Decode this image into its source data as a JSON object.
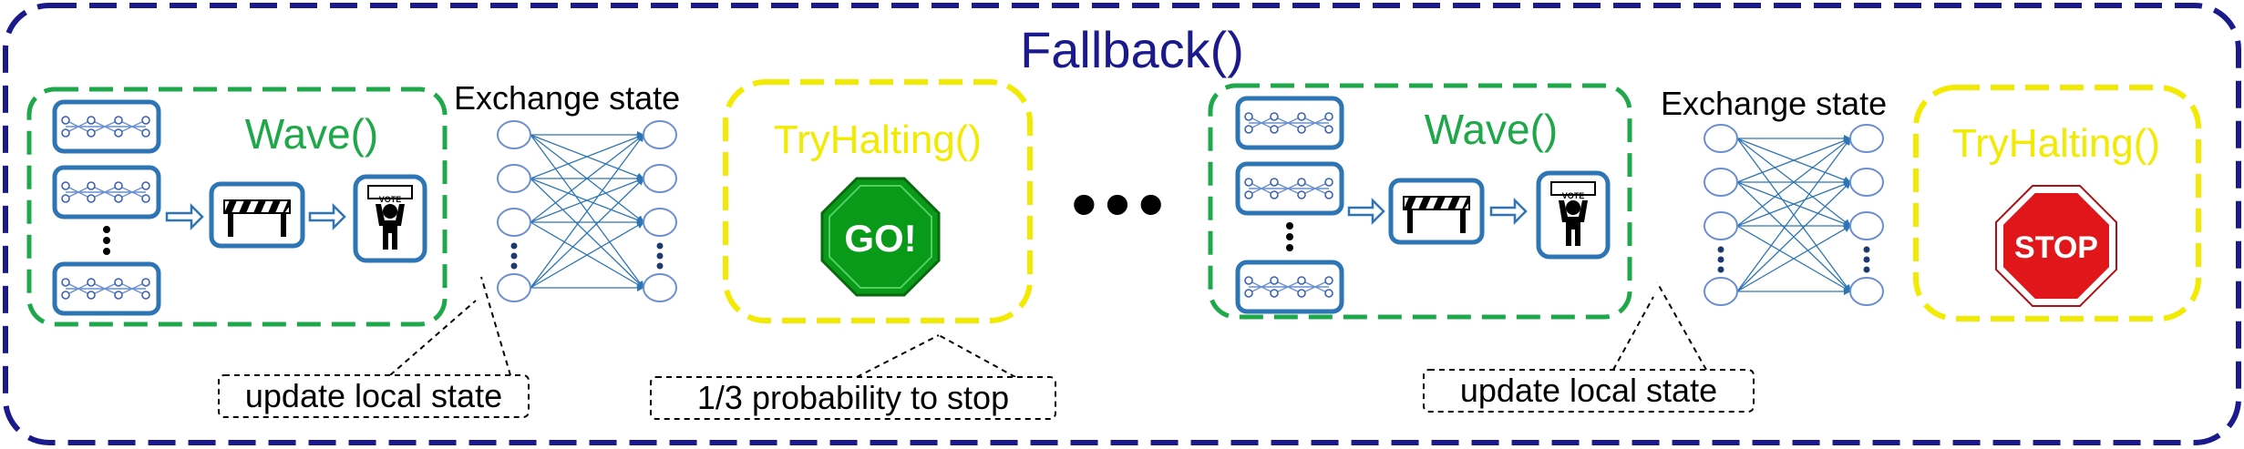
{
  "title": "Fallback()",
  "left_block": {
    "wave_label": "Wave()",
    "exchange_label": "Exchange state",
    "tryhalting_label": "TryHalting()",
    "sign_text": "GO!",
    "vote_text": "VOTE",
    "note_update": "update local state",
    "note_probability": "1/3 probability to stop"
  },
  "ellipsis": "•••",
  "right_block": {
    "wave_label": "Wave()",
    "exchange_label": "Exchange state",
    "tryhalting_label": "TryHalting()",
    "sign_text": "STOP",
    "vote_text": "VOTE",
    "note_update": "update local state"
  },
  "colors": {
    "outer_border": "#1a1a8c",
    "wave_border": "#1ea84a",
    "tryhalting_border": "#f2ea00",
    "node_border": "#2e75b6",
    "go_sign": "#0a9a1a",
    "stop_sign": "#e0161b"
  },
  "icons": [
    "network-icon",
    "barrier-icon",
    "voter-icon",
    "go-sign-icon",
    "stop-sign-icon"
  ]
}
